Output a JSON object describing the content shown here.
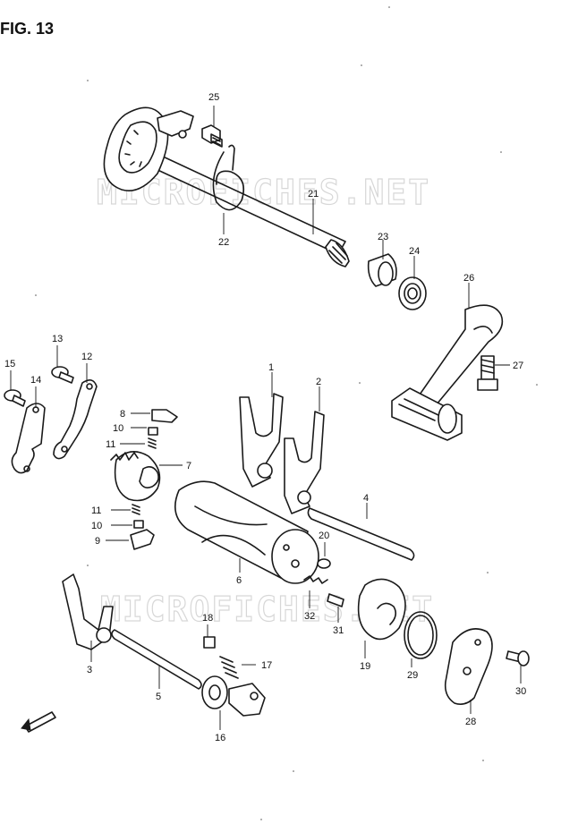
{
  "figure": {
    "title": "FIG. 13"
  },
  "watermarks": [
    "MICROFICHES.NET",
    "MICROFICHES.NET"
  ],
  "callouts": {
    "c1": "1",
    "c2": "2",
    "c3": "3",
    "c4": "4",
    "c5": "5",
    "c6": "6",
    "c7": "7",
    "c8": "8",
    "c9": "9",
    "c10a": "10",
    "c10b": "10",
    "c11a": "11",
    "c11b": "11",
    "c12": "12",
    "c13": "13",
    "c14": "14",
    "c15": "15",
    "c16": "16",
    "c17": "17",
    "c18": "18",
    "c19": "19",
    "c20": "20",
    "c21": "21",
    "c22": "22",
    "c23": "23",
    "c24": "24",
    "c25": "25",
    "c26": "26",
    "c27": "27",
    "c28": "28",
    "c29": "29",
    "c30": "30",
    "c31": "31",
    "c32": "32"
  },
  "icons": {
    "front": "forward-arrow-icon"
  }
}
